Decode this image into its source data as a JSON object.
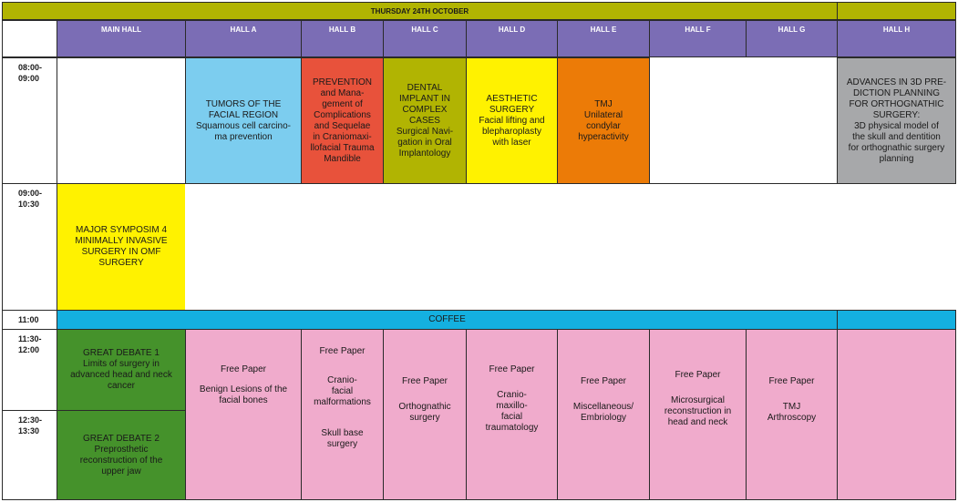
{
  "day_title": "THURSDAY 24TH OCTOBER",
  "colors": {
    "olive": "#b1b402",
    "purple": "#7b6db5",
    "sky": "#7ccdef",
    "red": "#e8523b",
    "yellow": "#fff200",
    "orange": "#ec7b07",
    "grey": "#a7a8aa",
    "cyan": "#14b0e0",
    "green": "#45922b",
    "pink": "#f0abcc"
  },
  "halls": [
    "MAIN HALL",
    "HALL A",
    "HALL B",
    "HALL C",
    "HALL D",
    "HALL E",
    "HALL F",
    "HALL G",
    "HALL H"
  ],
  "times": {
    "t0800": "08:00-\n09:00",
    "t0900": "09:00-\n10:30",
    "t1100": "11:00",
    "t1130": "11:30-\n12:00",
    "t1230": "12:30-\n13:30"
  },
  "sessions": {
    "hall_a_0800": "TUMORS OF THE\nFACIAL REGION\nSquamous cell carcino-\nma prevention",
    "hall_b_0800": "PREVENTION\nand Mana-\ngement of\nComplications\nand Sequelae\nin Craniomaxi-\nllofacial Trauma\nMandible",
    "hall_c_0800": "DENTAL\nIMPLANT IN\nCOMPLEX\nCASES\nSurgical Navi-\ngation in Oral\nImplantology",
    "hall_d_0800": "AESTHETIC\nSURGERY\nFacial lifting and\nblepharoplasty\nwith laser",
    "hall_e_0800": "TMJ\nUnilateral\ncondylar\nhyperactivity",
    "hall_h_0800": "ADVANCES IN 3D PRE-\nDICTION PLANNING\nFOR ORTHOGNATHIC\nSURGERY:\n3D physical model of\nthe skull and dentition\nfor orthognathic surgery\nplanning",
    "main_0900": "MAJOR SYMPOSIM  4\nMINIMALLY INVASIVE\nSURGERY IN OMF\nSURGERY",
    "coffee": "COFFEE",
    "main_1130": "GREAT DEBATE 1\nLimits of surgery in\nadvanced head and neck\ncancer",
    "main_1230": "GREAT DEBATE 2\nPreprosthetic\nreconstruction of the\nupper jaw",
    "hall_a_1130": {
      "head": "Free Paper",
      "body": "Benign  Lesions of the\nfacial bones"
    },
    "hall_b_1130": {
      "head": "Free Paper",
      "body": "Cranio-\nfacial\nmalformations",
      "body2": "Skull base\nsurgery"
    },
    "hall_c_1130": {
      "head": "Free Paper",
      "body": "Orthognathic\nsurgery"
    },
    "hall_d_1130": {
      "head": "Free Paper",
      "body": "Cranio-\nmaxillo-\nfacial\ntraumatology"
    },
    "hall_e_1130": {
      "head": "Free Paper",
      "body": "Miscellaneous/\nEmbriology"
    },
    "hall_f_1130": {
      "head": "Free Paper",
      "body": "Microsurgical\nreconstruction in\nhead and neck"
    },
    "hall_g_1130": {
      "head": "Free Paper",
      "body": "TMJ\nArthroscopy"
    }
  }
}
